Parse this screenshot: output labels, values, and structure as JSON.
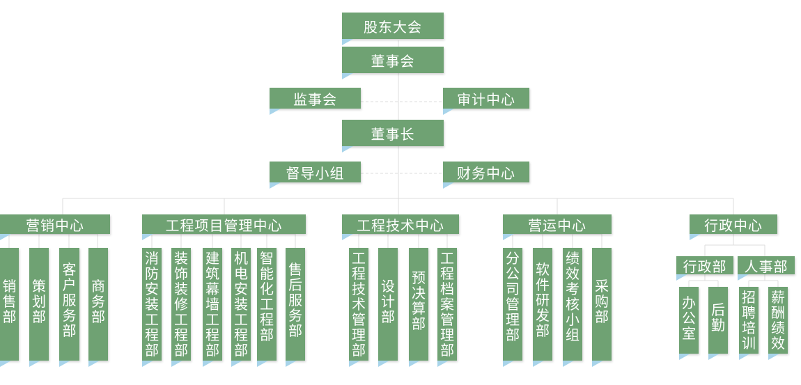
{
  "nodes": {
    "shareholders": "股东大会",
    "board": "董事会",
    "supervisors": "监事会",
    "audit": "审计中心",
    "chairman": "董事长",
    "supervision_group": "督导小组",
    "finance": "财务中心",
    "marketing": "营销中心",
    "engineering_mgmt": "工程项目管理中心",
    "eng_tech": "工程技术中心",
    "operations": "营运中心",
    "admin_center": "行政中心",
    "admin_dept": "行政部",
    "hr_dept": "人事部"
  },
  "leaves": {
    "sales": "销售部",
    "planning": "策划部",
    "customer_service": "客户服务部",
    "business": "商务部",
    "fire_install": "消防安装工程部",
    "decoration": "装饰装修工程部",
    "curtain_wall": "建筑幕墙工程部",
    "mep_install": "机电安装工程部",
    "smart_eng": "智能化工程部",
    "after_sales": "售后服务部",
    "eng_tech_mgmt": "工程技术管理部",
    "design": "设计部",
    "budget": "预决算部",
    "archives": "工程档案管理部",
    "branch_mgmt": "分公司管理部",
    "software": "软件研发部",
    "kpi_group": "绩效考核小组",
    "purchasing": "采购部",
    "office": "办公室",
    "logistics": "后勤",
    "recruit": "招聘培训",
    "payroll": "薪酬绩效"
  },
  "colors": {
    "box": "#6fa273",
    "tab": "#a8d4ea",
    "line": "#d9d9d9"
  }
}
